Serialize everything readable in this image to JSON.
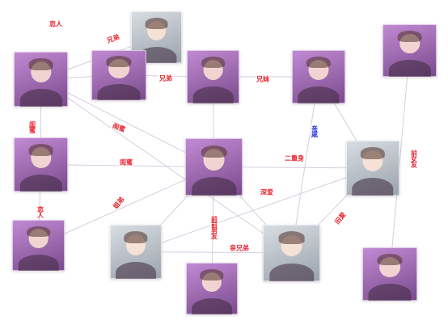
{
  "colors": {
    "edge_line": "#d6cde0",
    "label_red": "#e8202a",
    "label_blue": "#2a3bd8",
    "photo_tint_a": "#c28bd4",
    "photo_tint_b": "#7a4a8c",
    "photo_tint_plain": "#9aa3ad"
  },
  "nodes": [
    {
      "id": "blonde-woman-left",
      "icon": "person-photo-icon",
      "tint": "purple"
    },
    {
      "id": "dark-hair-man-top",
      "icon": "person-photo-icon",
      "tint": "plain"
    },
    {
      "id": "man-suit-top",
      "icon": "person-photo-icon",
      "tint": "purple"
    },
    {
      "id": "dark-hair-man-center-top",
      "icon": "person-photo-icon",
      "tint": "purple"
    },
    {
      "id": "blonde-woman-braid",
      "icon": "person-photo-icon",
      "tint": "purple"
    },
    {
      "id": "redhead-woman-top-right",
      "icon": "person-photo-icon",
      "tint": "purple"
    },
    {
      "id": "woman-left-middle",
      "icon": "person-photo-icon",
      "tint": "purple"
    },
    {
      "id": "woman-center",
      "icon": "person-photo-icon",
      "tint": "purple"
    },
    {
      "id": "woman-hat-right",
      "icon": "person-photo-icon",
      "tint": "plain"
    },
    {
      "id": "man-left-bottom",
      "icon": "person-photo-icon",
      "tint": "purple"
    },
    {
      "id": "man-bottom-left-center",
      "icon": "person-photo-icon",
      "tint": "plain"
    },
    {
      "id": "young-man-bottom",
      "icon": "person-photo-icon",
      "tint": "purple"
    },
    {
      "id": "blond-man-bottom",
      "icon": "person-photo-icon",
      "tint": "plain"
    },
    {
      "id": "man-bottom-right",
      "icon": "person-photo-icon",
      "tint": "purple"
    }
  ],
  "edges": [
    {
      "from": "blonde-woman-left",
      "to": "dark-hair-man-top",
      "label": "恋人",
      "color": "red"
    },
    {
      "from": "blonde-woman-left",
      "to": "man-suit-top",
      "label": "",
      "color": "red"
    },
    {
      "from": "dark-hair-man-top",
      "to": "man-suit-top",
      "label": "兄弟",
      "color": "red"
    },
    {
      "from": "man-suit-top",
      "to": "dark-hair-man-center-top",
      "label": "兄弟",
      "color": "red"
    },
    {
      "from": "dark-hair-man-center-top",
      "to": "blonde-woman-braid",
      "label": "兄妹",
      "color": "red"
    },
    {
      "from": "blonde-woman-left",
      "to": "woman-left-middle",
      "label": "闺蜜",
      "color": "red"
    },
    {
      "from": "blonde-woman-left",
      "to": "woman-center",
      "label": "闺蜜",
      "color": "red"
    },
    {
      "from": "woman-left-middle",
      "to": "woman-center",
      "label": "闺蜜",
      "color": "red"
    },
    {
      "from": "woman-center",
      "to": "woman-hat-right",
      "label": "二重身",
      "color": "red"
    },
    {
      "from": "blonde-woman-braid",
      "to": "woman-hat-right",
      "label": "亲戚",
      "color": "blue"
    },
    {
      "from": "redhead-woman-top-right",
      "to": "man-bottom-right",
      "label": "前女友",
      "color": "red"
    },
    {
      "from": "woman-left-middle",
      "to": "man-left-bottom",
      "label": "恋人",
      "color": "red"
    },
    {
      "from": "woman-center",
      "to": "man-left-bottom",
      "label": "姐弟",
      "color": "red"
    },
    {
      "from": "woman-center",
      "to": "man-bottom-left-center",
      "label": "",
      "color": "blue"
    },
    {
      "from": "woman-center",
      "to": "young-man-bottom",
      "label": "前前男友",
      "color": "red"
    },
    {
      "from": "woman-center",
      "to": "blond-man-bottom",
      "label": "",
      "color": "blue"
    },
    {
      "from": "man-bottom-left-center",
      "to": "blond-man-bottom",
      "label": "亲兄弟",
      "color": "red"
    },
    {
      "from": "woman-hat-right",
      "to": "blond-man-bottom",
      "label": "旧爱",
      "color": "red"
    },
    {
      "from": "woman-hat-right",
      "to": "man-bottom-left-center",
      "label": "深爱",
      "color": "red"
    },
    {
      "from": "blonde-woman-braid",
      "to": "blond-man-bottom",
      "label": "",
      "color": "blue"
    },
    {
      "from": "blonde-woman-left",
      "to": "blond-man-bottom",
      "label": "",
      "color": "red"
    },
    {
      "from": "dark-hair-man-center-top",
      "to": "woman-center",
      "label": "",
      "color": "red"
    }
  ]
}
